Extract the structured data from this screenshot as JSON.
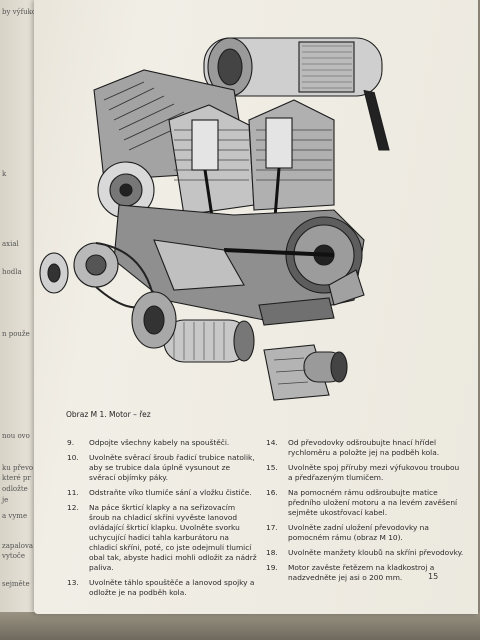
{
  "left_page_fragments": [
    {
      "text": "by výfuko"
    },
    {
      "text": "k"
    },
    {
      "text": "axial"
    },
    {
      "text": "hodla"
    },
    {
      "text": "n použe"
    },
    {
      "text": "nou ovo"
    },
    {
      "text": "ku převo"
    },
    {
      "text": "které pr"
    },
    {
      "text": "odložte"
    },
    {
      "text": "je"
    },
    {
      "text": "a vyme"
    },
    {
      "text": "zapalova"
    },
    {
      "text": "vytoče"
    },
    {
      "text": "sejměte"
    }
  ],
  "figure_caption": "Obraz M 1. Motor – řez",
  "instructions_left": [
    {
      "num": "9.",
      "text": "Odpojte všechny kabely na spouštěči."
    },
    {
      "num": "10.",
      "text": "Uvolněte svěrací šroub řadicí trubice natolik, aby se trubice dala úplně vysunout ze svěrací objímky páky."
    },
    {
      "num": "11.",
      "text": "Odstraňte víko tlumiče sání a vložku čističe."
    },
    {
      "num": "12.",
      "text": "Na páce škrticí klapky a na seřizovacím šroub na chladicí skříni vyvěste lanovod ovládající škrticí klapku. Uvolněte svorku uchycující hadici tahla karburátoru na chladicí skříni, poté, co jste odejmuli tlumicí obal tak, abyste hadici mohli odložit za nádrž paliva."
    },
    {
      "num": "13.",
      "text": "Uvolněte táhlo spouštěče a lanovod spojky a odložte je na podběh kola."
    }
  ],
  "instructions_right": [
    {
      "num": "14.",
      "text": "Od převodovky odšroubujte hnací hřídel rychloměru a položte jej na podběh kola."
    },
    {
      "num": "15.",
      "text": "Uvolněte spoj příruby mezi výfukovou troubou a předřazeným tlumičem."
    },
    {
      "num": "16.",
      "text": "Na pomocném rámu odšroubujte matice předního uložení motoru a na levém zavěšení sejměte ukostřovací kabel."
    },
    {
      "num": "17.",
      "text": "Uvolněte zadní uložení převodovky na pomocném rámu (obraz M 10)."
    },
    {
      "num": "18.",
      "text": "Uvolněte manžety kloubů na skříni převodovky."
    },
    {
      "num": "19.",
      "text": "Motor zavěste řetězem na kladkostroj a nadzvedněte jej asi o 200 mm."
    }
  ],
  "page_number": "15"
}
